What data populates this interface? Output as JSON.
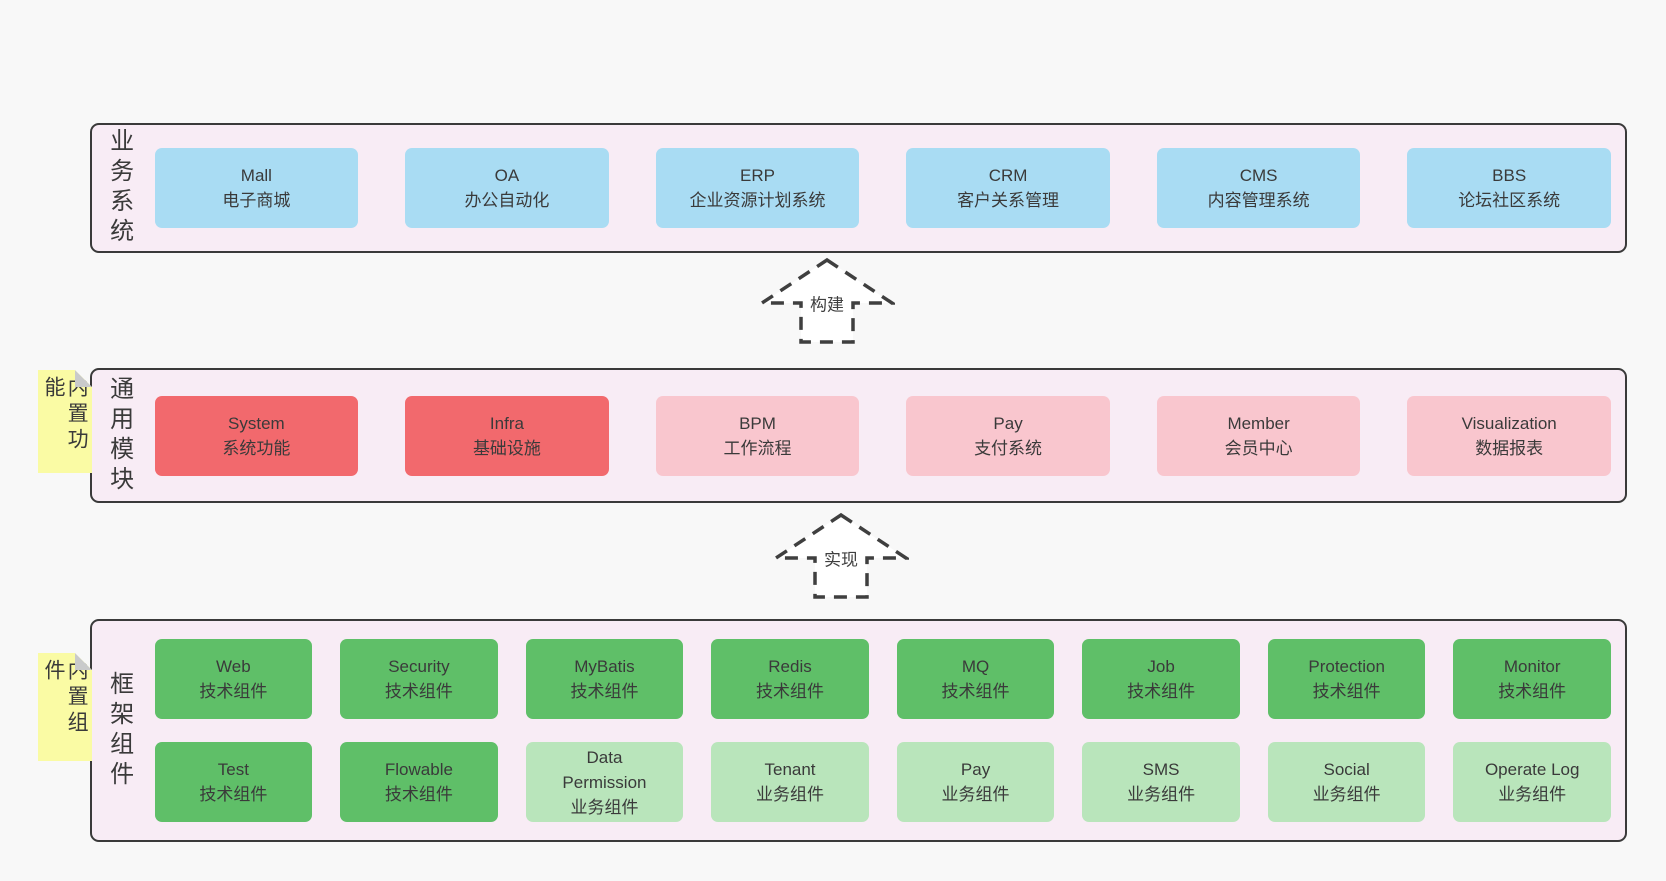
{
  "colors": {
    "page_bg": "#f8f8f8",
    "band_bg": "#f8ecf5",
    "band_border": "#3a3a3a",
    "box_blue": "#a9dcf3",
    "box_red": "#f2696d",
    "box_pink": "#f9c6ce",
    "box_green": "#5fbf68",
    "box_light_green": "#b9e5bb",
    "sticky_yellow": "#fafba4",
    "sticky_fold": "#c9cacb",
    "arrow_stroke": "#3f3f3f",
    "text": "#3a3a3a"
  },
  "arrows": [
    {
      "label": "构建"
    },
    {
      "label": "实现"
    }
  ],
  "bands": [
    {
      "label": "业务系统",
      "boxes": [
        {
          "name": "Mall",
          "desc": "电子商城"
        },
        {
          "name": "OA",
          "desc": "办公自动化"
        },
        {
          "name": "ERP",
          "desc": "企业资源计划系统"
        },
        {
          "name": "CRM",
          "desc": "客户关系管理"
        },
        {
          "name": "CMS",
          "desc": "内容管理系统"
        },
        {
          "name": "BBS",
          "desc": "论坛社区系统"
        }
      ]
    },
    {
      "label": "通用模块",
      "sticky": "内置功能",
      "boxes": [
        {
          "name": "System",
          "desc": "系统功能"
        },
        {
          "name": "Infra",
          "desc": "基础设施"
        },
        {
          "name": "BPM",
          "desc": "工作流程"
        },
        {
          "name": "Pay",
          "desc": "支付系统"
        },
        {
          "name": "Member",
          "desc": "会员中心"
        },
        {
          "name": "Visualization",
          "desc": "数据报表"
        }
      ]
    },
    {
      "label": "框架组件",
      "sticky": "内置组件",
      "rows": [
        [
          {
            "name": "Web",
            "desc": "技术组件"
          },
          {
            "name": "Security",
            "desc": "技术组件"
          },
          {
            "name": "MyBatis",
            "desc": "技术组件"
          },
          {
            "name": "Redis",
            "desc": "技术组件"
          },
          {
            "name": "MQ",
            "desc": "技术组件"
          },
          {
            "name": "Job",
            "desc": "技术组件"
          },
          {
            "name": "Protection",
            "desc": "技术组件"
          },
          {
            "name": "Monitor",
            "desc": "技术组件"
          }
        ],
        [
          {
            "name": "Test",
            "desc": "技术组件"
          },
          {
            "name": "Flowable",
            "desc": "技术组件"
          },
          {
            "name": "Data Permission",
            "desc": "业务组件"
          },
          {
            "name": "Tenant",
            "desc": "业务组件"
          },
          {
            "name": "Pay",
            "desc": "业务组件"
          },
          {
            "name": "SMS",
            "desc": "业务组件"
          },
          {
            "name": "Social",
            "desc": "业务组件"
          },
          {
            "name": "Operate Log",
            "desc": "业务组件"
          }
        ]
      ]
    }
  ]
}
